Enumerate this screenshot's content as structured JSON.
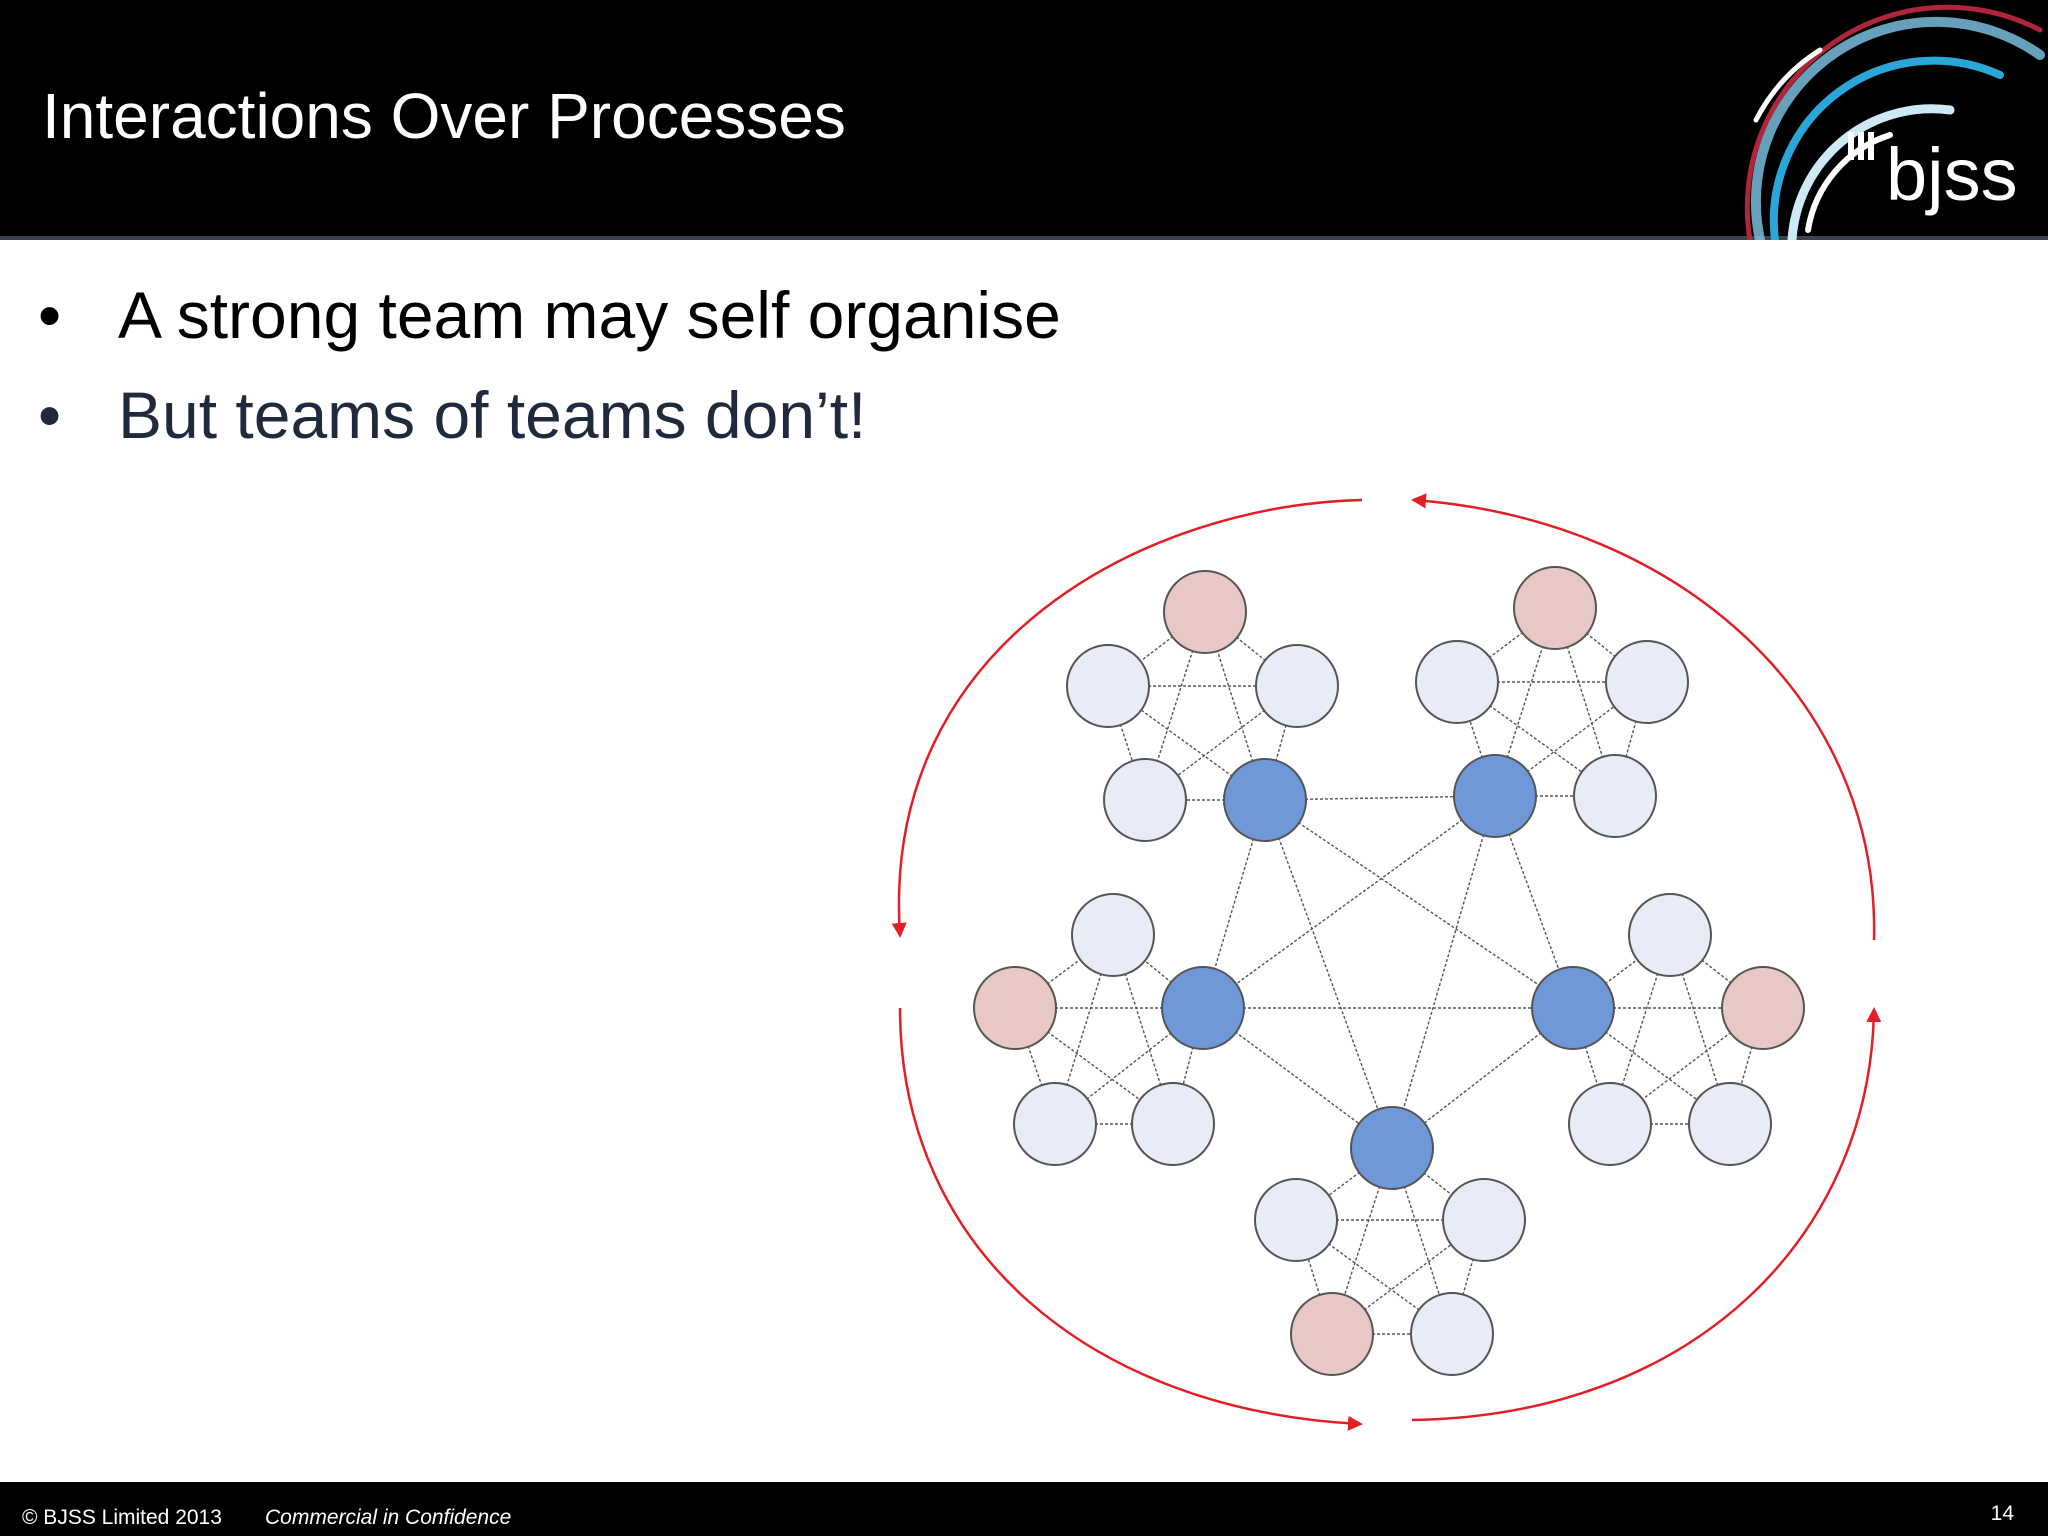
{
  "slide": {
    "title": "Interactions Over Processes",
    "logo_text": "bjss",
    "bullets": [
      {
        "text": "A strong team may self organise",
        "color": "#000000"
      },
      {
        "text": "But teams of teams don’t!",
        "color": "#1f2a3c"
      }
    ],
    "bullet_symbol": "•"
  },
  "footer": {
    "copyright": "© BJSS Limited 2013",
    "confidentiality": "Commercial in Confidence",
    "page_number": "14"
  },
  "colors": {
    "header_bg": "#000000",
    "node_member": "#e8ecf6",
    "node_lead": "#6f98d9",
    "node_highlight": "#e8c8c6",
    "arrow": "#e31e24",
    "logo_cyan": "#2aa6d8",
    "logo_red": "#b0253b"
  },
  "diagram": {
    "icon": "team-of-teams-network-icon"
  }
}
